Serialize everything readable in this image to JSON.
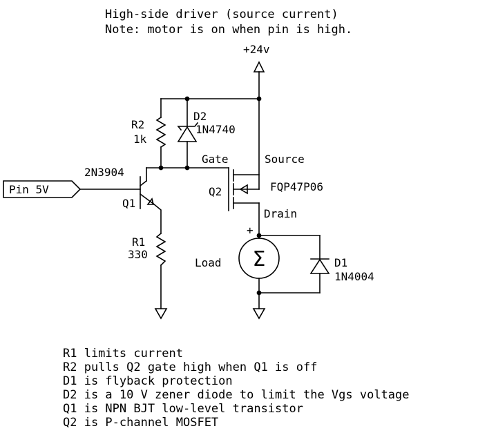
{
  "title": {
    "line1": "High-side driver (source current)",
    "line2": "Note: motor is on when pin is high."
  },
  "labels": {
    "supply": "+24v",
    "r2_name": "R2",
    "r2_value": "1k",
    "d2_name": "D2",
    "d2_part": "1N4740",
    "gate": "Gate",
    "source": "Source",
    "q1_part": "2N3904",
    "q1_name": "Q1",
    "q2_name": "Q2",
    "q2_part": "FQP47P06",
    "input": "Pin 5V",
    "drain": "Drain",
    "plus": "+",
    "r1_name": "R1",
    "r1_value": "330",
    "load": "Load",
    "load_symbol": "Σ",
    "d1_name": "D1",
    "d1_part": "1N4004"
  },
  "notes": [
    "R1 limits current",
    "R2 pulls Q2 gate high when Q1 is off",
    "D1 is flyback protection",
    "D2 is a 10 V zener diode to limit the Vgs voltage",
    "Q1 is NPN BJT low-level transistor",
    "Q2 is P-channel MOSFET"
  ]
}
